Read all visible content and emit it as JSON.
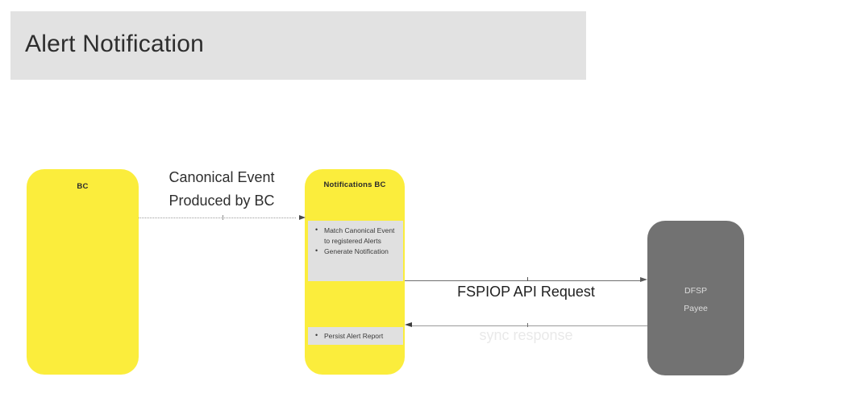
{
  "header": {
    "title": "Alert Notification"
  },
  "nodes": {
    "bc": {
      "label": "BC"
    },
    "notifications": {
      "label": "Notifications BC",
      "task_boxes": [
        {
          "name": "match-and-generate",
          "items": [
            "Match Canonical Event to registered Alerts",
            "Generate Notification"
          ]
        },
        {
          "name": "persist",
          "items": [
            "Persist Alert Report"
          ]
        }
      ]
    },
    "dfsp": {
      "line1": "DFSP",
      "line2": "Payee"
    }
  },
  "connectors": [
    {
      "name": "canonical-event",
      "label": "Canonical Event Produced by BC",
      "label_line1": "Canonical Event",
      "label_line2": "Produced by BC",
      "style": "dotted",
      "direction": "right",
      "from": "BC",
      "to": "Notifications BC"
    },
    {
      "name": "fspiop-api-request",
      "label": "FSPIOP API Request",
      "style": "solid",
      "direction": "right",
      "from": "Notifications BC",
      "to": "DFSP Payee"
    },
    {
      "name": "sync-response",
      "label": "sync response",
      "style": "solid",
      "direction": "left",
      "from": "DFSP Payee",
      "to": "Notifications BC"
    }
  ],
  "colors": {
    "banner_bg": "#e2e2e2",
    "node_yellow": "#fbed3c",
    "node_gray": "#727272",
    "task_box_bg": "#e0e0e0",
    "title_text": "#2e2e2e",
    "sync_response_text": "#e9e9e9"
  }
}
